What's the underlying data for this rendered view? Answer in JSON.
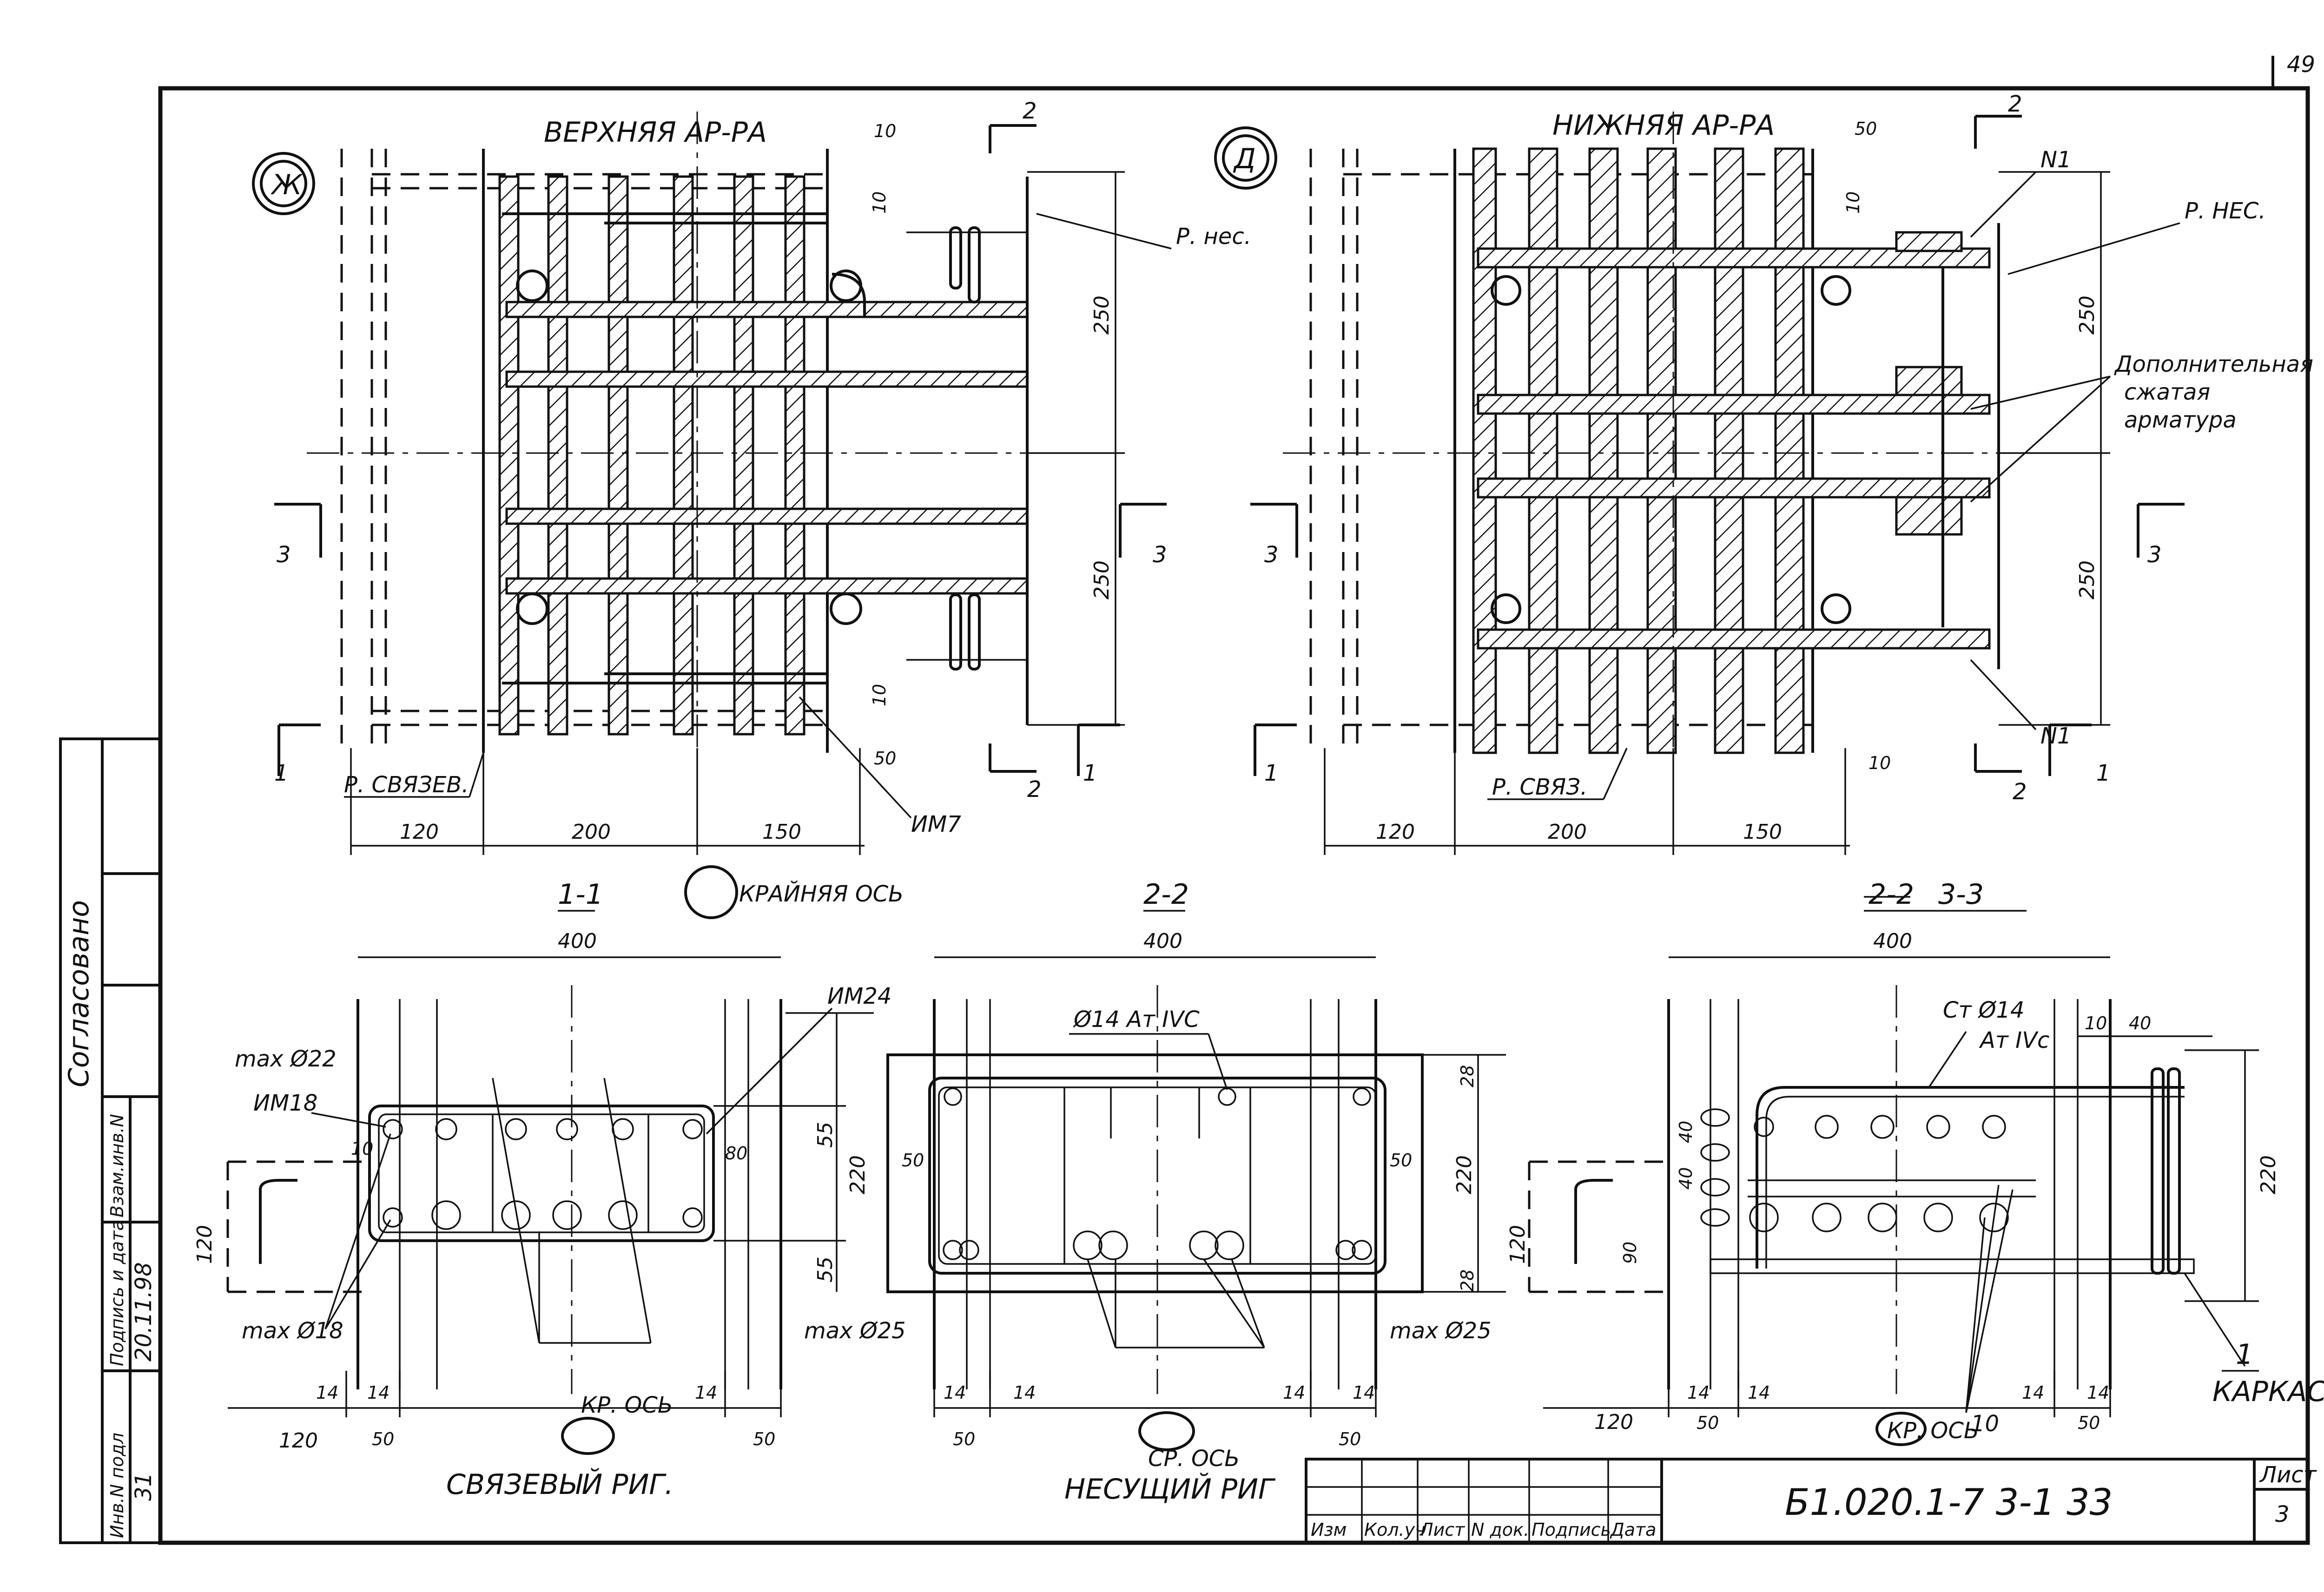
{
  "sheet": {
    "page_number": "49",
    "approval_label": "Согласовано",
    "side_stamp": {
      "inv_no_orig": "Инв.N подл",
      "signature_date": "Подпись и дата",
      "replace_inv": "Взам.инв.N",
      "inv_value": "31",
      "date_value": "20.11.98"
    },
    "title_block": {
      "code": "Б1.020.1-7 3-1 33",
      "sheet_label": "Лист",
      "sheet_number": "3",
      "columns": [
        "Изм",
        "Кол.уч",
        "Лист",
        "N док.",
        "Подпись",
        "Дата"
      ]
    }
  },
  "detail_zh": {
    "marker": "Ж",
    "title": "ВЕРХНЯЯ АР-РА",
    "labels": {
      "ring_carry": "Р. нес.",
      "ring_link": "Р. СВЯЗЕВ.",
      "mesh": "ИМ7",
      "section_2": "2",
      "section_3": "3",
      "section_1": "1"
    },
    "dims": [
      "10",
      "10",
      "250",
      "250",
      "10",
      "50",
      "120",
      "200",
      "150"
    ]
  },
  "detail_d": {
    "marker": "Д",
    "title": "НИЖНЯЯ АР-РА",
    "labels": {
      "ring_carry": "Р. НЕС.",
      "ring_link": "Р. СВЯЗ.",
      "n1_top": "N1",
      "n1_bottom": "N1",
      "extra_line1": "Дополнительная",
      "extra_line2": "сжатая",
      "extra_line3": "арматура",
      "section_2": "2",
      "section_3": "3",
      "section_1": "1"
    },
    "dims": [
      "50",
      "10",
      "250",
      "250",
      "10",
      "120",
      "200",
      "150"
    ]
  },
  "legend": {
    "circle_caption": "КРАЙНЯЯ ОСЬ"
  },
  "section_1_1": {
    "title": "1-1",
    "caption": "СВЯЗЕВЫЙ РИГ.",
    "axis_label": "КР. ОСЬ",
    "labels": [
      "max Ø22",
      "ИМ18",
      "max Ø18",
      "ИМ24",
      "max Ø25"
    ],
    "dims": [
      "400",
      "10",
      "80",
      "55",
      "220",
      "55",
      "120",
      "14",
      "14",
      "50",
      "14",
      "50",
      "120"
    ]
  },
  "section_2_2": {
    "title": "2-2",
    "caption": "НЕСУЩИЙ РИГ",
    "axis_label": "СР. ОСЬ",
    "labels": [
      "Ø14 Ат IVС",
      "max Ø25"
    ],
    "dims": [
      "400",
      "28",
      "50",
      "220",
      "50",
      "28",
      "14",
      "14",
      "50",
      "14",
      "14",
      "50"
    ]
  },
  "section_3_3": {
    "title_struck": "2-2",
    "title": "3-3",
    "caption": "КАРКАС",
    "axis_label": "КР. ОСЬ",
    "labels": [
      "Ст Ø14",
      "Ат IVс",
      "1",
      "10"
    ],
    "dims": [
      "400",
      "10",
      "40",
      "40",
      "40",
      "90",
      "120",
      "220",
      "14",
      "14",
      "50",
      "14",
      "14",
      "50",
      "120"
    ]
  }
}
